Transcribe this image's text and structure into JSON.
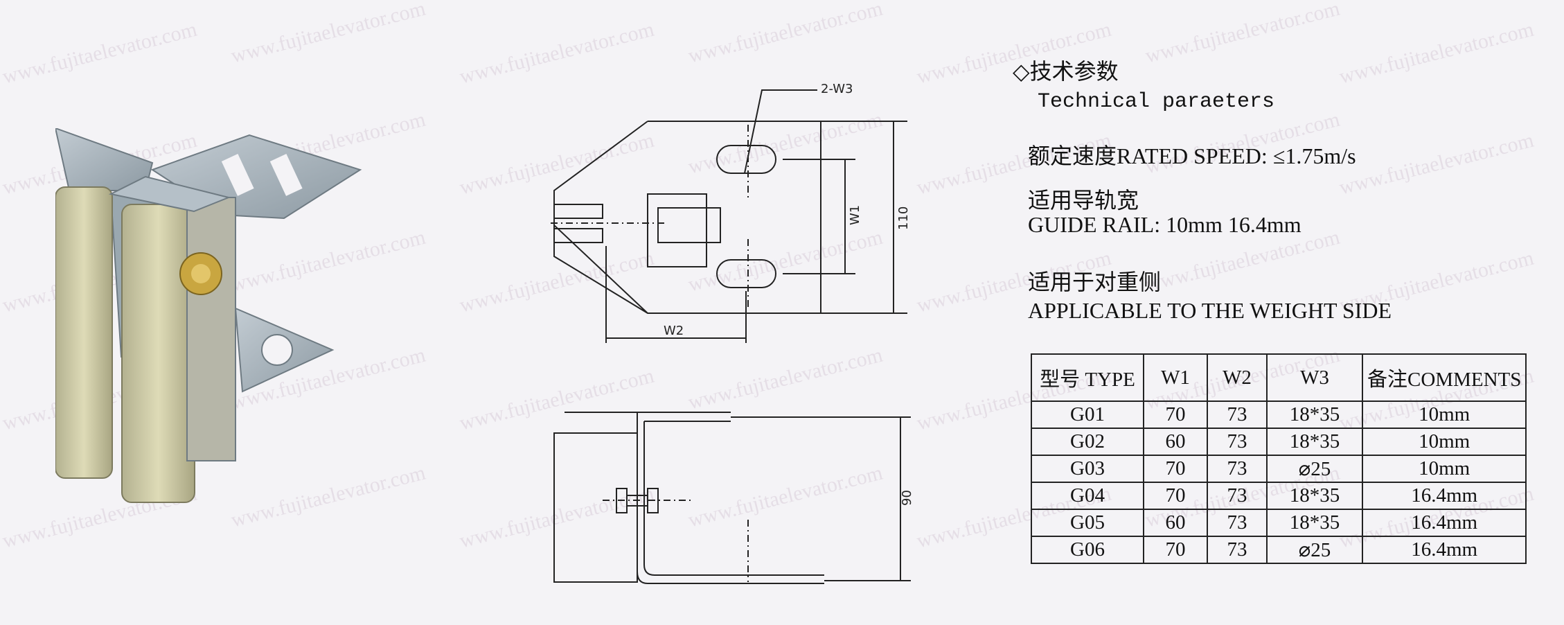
{
  "watermark": "www.fujitaelevator.com",
  "spec": {
    "heading_mark": "◇",
    "heading_cn": "技术参数",
    "heading_en": "Technical paraeters",
    "rated_speed": "额定速度RATED SPEED: ≤1.75m/s",
    "rail_cn": "适用导轨宽",
    "rail_en": "GUIDE RAIL: 10mm 16.4mm",
    "side_cn": "适用于对重侧",
    "side_en": "APPLICABLE TO THE WEIGHT SIDE"
  },
  "drawing_labels": {
    "w3": "2-W3",
    "w1": "W1",
    "w2": "W2",
    "height_110": "110",
    "height_90": "90"
  },
  "table": {
    "headers": [
      "型号 TYPE",
      "W1",
      "W2",
      "W3",
      "备注COMMENTS"
    ],
    "rows": [
      [
        "G01",
        "70",
        "73",
        "18*35",
        "10mm"
      ],
      [
        "G02",
        "60",
        "73",
        "18*35",
        "10mm"
      ],
      [
        "G03",
        "70",
        "73",
        "⌀25",
        "10mm"
      ],
      [
        "G04",
        "70",
        "73",
        "18*35",
        "16.4mm"
      ],
      [
        "G05",
        "60",
        "73",
        "18*35",
        "16.4mm"
      ],
      [
        "G06",
        "70",
        "73",
        "⌀25",
        "16.4mm"
      ]
    ]
  },
  "colors": {
    "background": "#f4f3f6",
    "steel": "#a9b6be",
    "shoe_liner": "#c9c6a0",
    "bolt": "#c9a640"
  }
}
